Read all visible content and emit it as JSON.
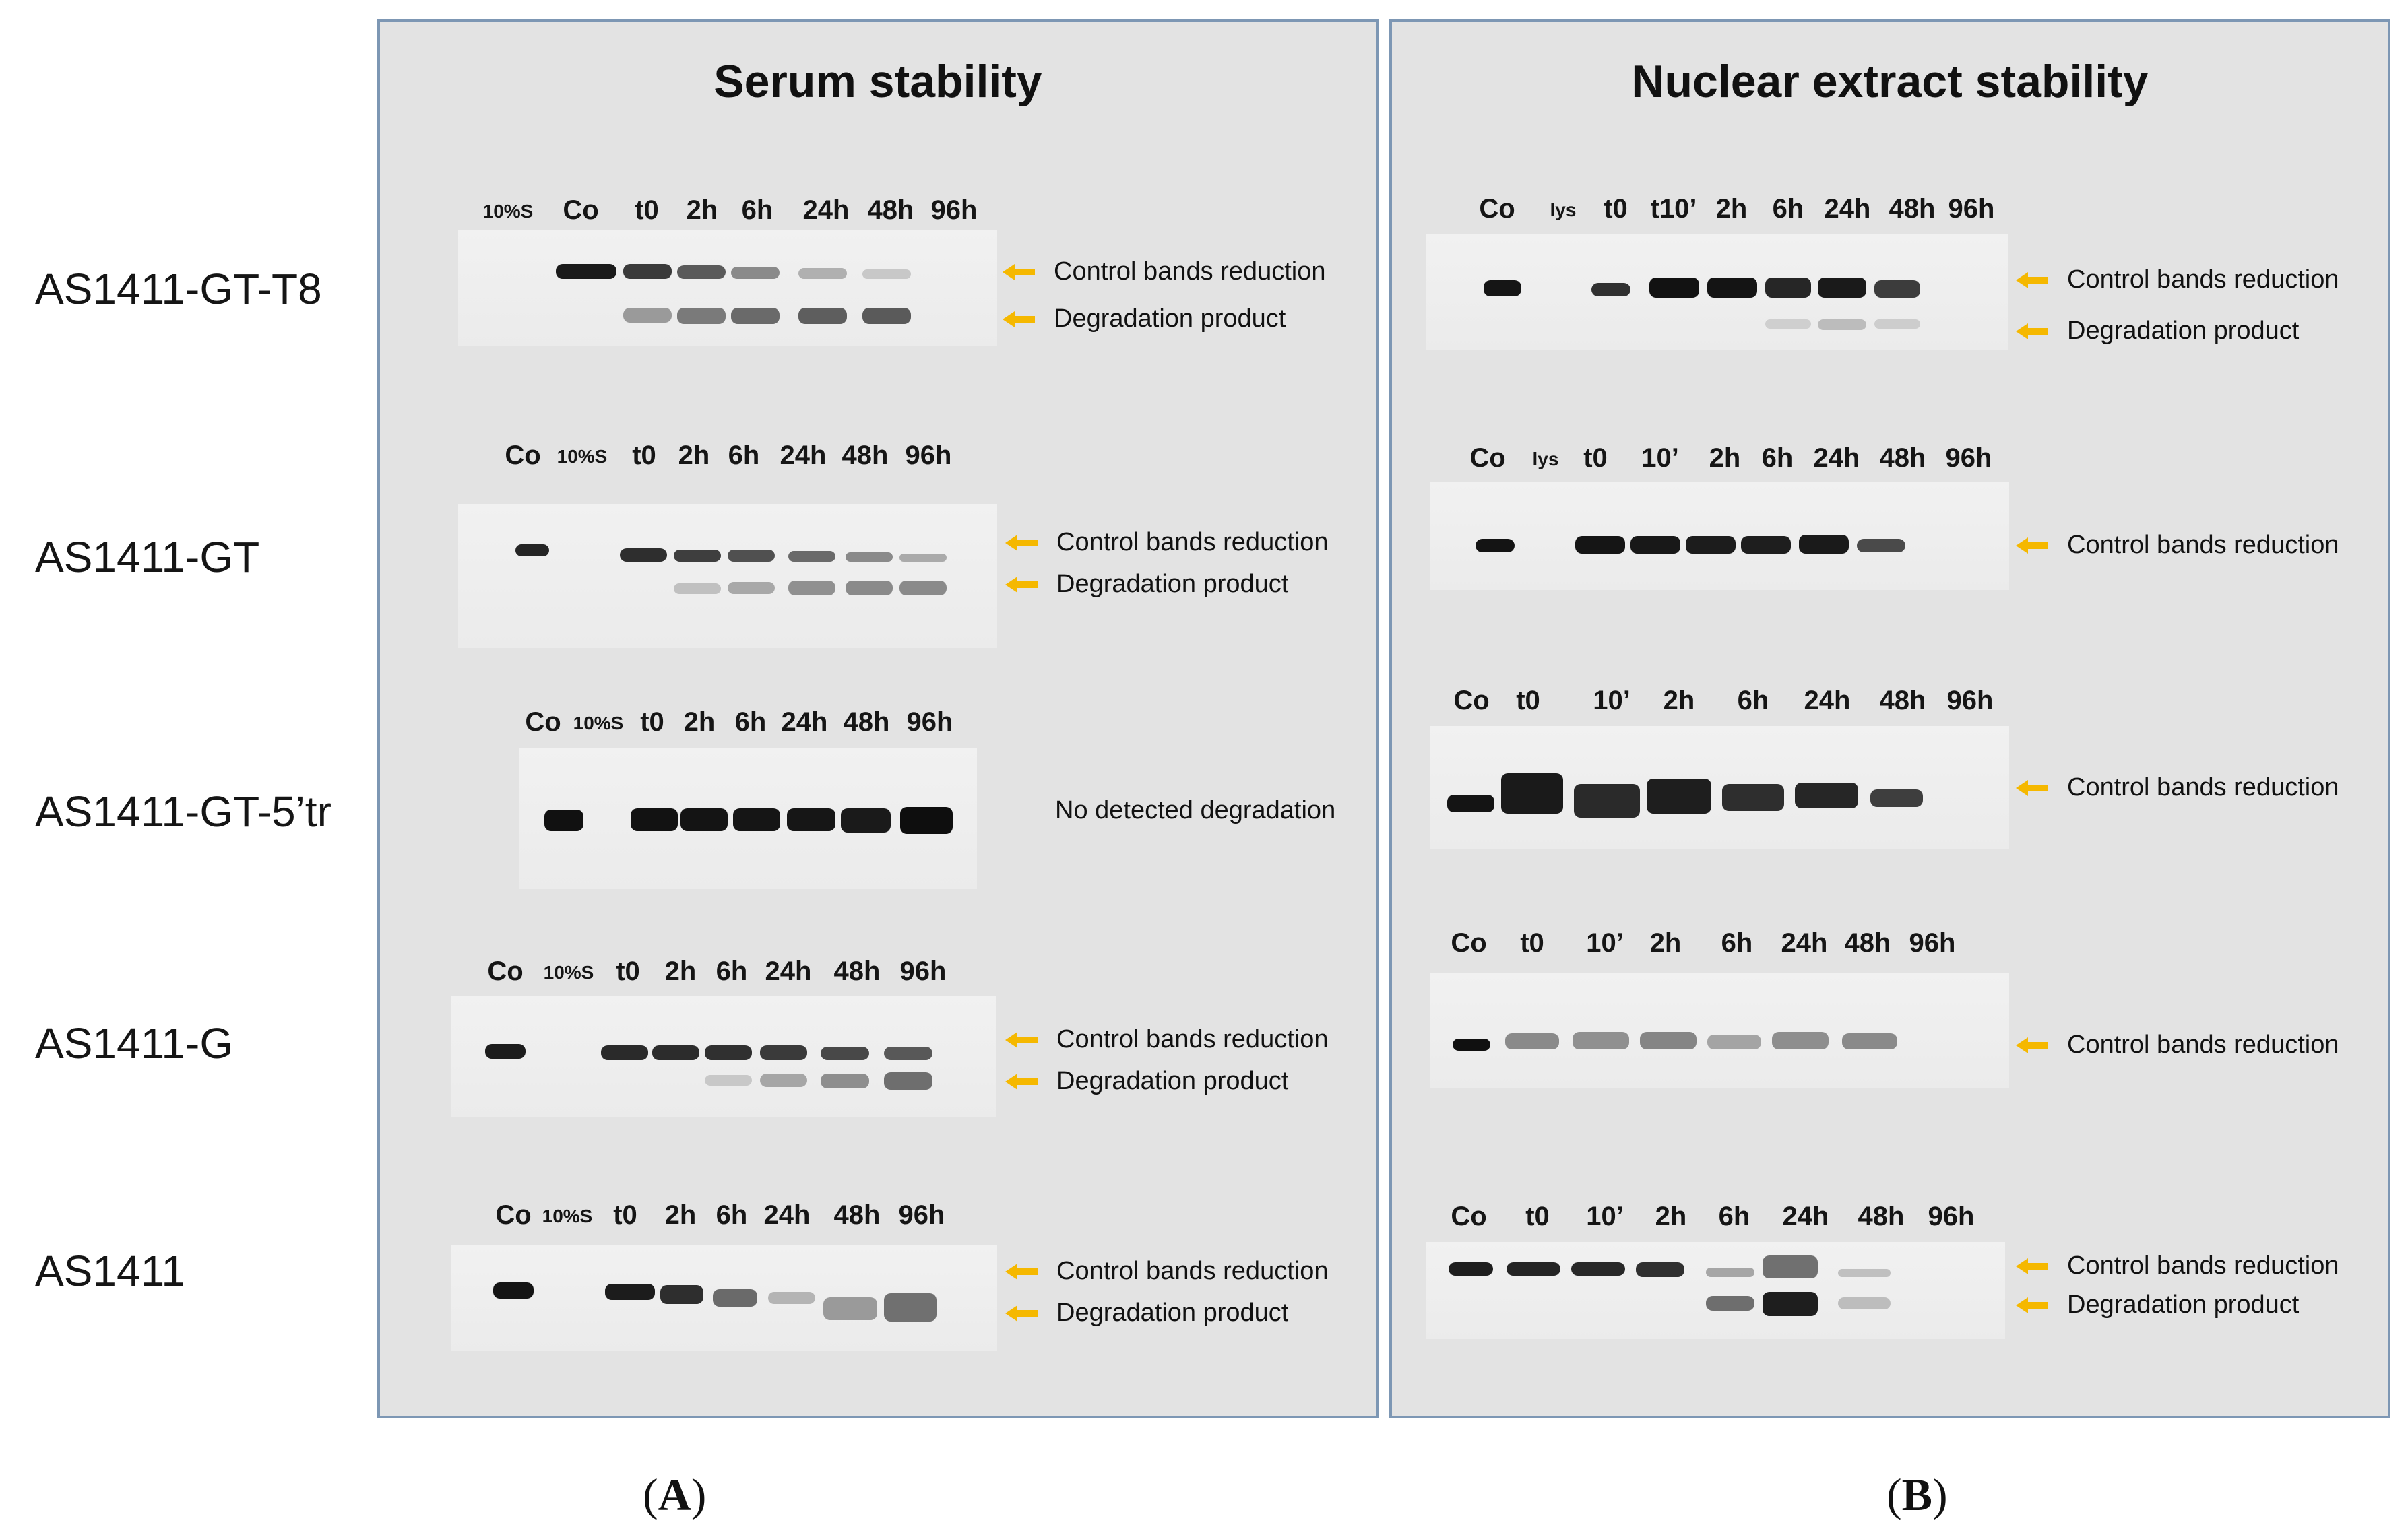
{
  "row_labels": [
    "AS1411-GT-T8",
    "AS1411-GT",
    "AS1411-GT-5’tr",
    "AS1411-G",
    "AS1411"
  ],
  "panel_a": {
    "title": "Serum stability",
    "gels": [
      {
        "lanes": [
          "10%S",
          "Co",
          "t0",
          "2h",
          "6h",
          "24h",
          "48h",
          "96h"
        ],
        "annotations": [
          "Control bands reduction",
          "Degradation product"
        ]
      },
      {
        "lanes": [
          "Co",
          "10%S",
          "t0",
          "2h",
          "6h",
          "24h",
          "48h",
          "96h"
        ],
        "annotations": [
          "Control bands reduction",
          "Degradation product"
        ]
      },
      {
        "lanes": [
          "Co",
          "10%S",
          "t0",
          "2h",
          "6h",
          "24h",
          "48h",
          "96h"
        ],
        "annotations": [
          "No detected degradation"
        ]
      },
      {
        "lanes": [
          "Co",
          "10%S",
          "t0",
          "2h",
          "6h",
          "24h",
          "48h",
          "96h"
        ],
        "annotations": [
          "Control bands reduction",
          "Degradation product"
        ]
      },
      {
        "lanes": [
          "Co",
          "10%S",
          "t0",
          "2h",
          "6h",
          "24h",
          "48h",
          "96h"
        ],
        "annotations": [
          "Control bands reduction",
          "Degradation product"
        ]
      }
    ]
  },
  "panel_b": {
    "title": "Nuclear extract stability",
    "gels": [
      {
        "lanes": [
          "Co",
          "lys",
          "t0",
          "t10’",
          "2h",
          "6h",
          "24h",
          "48h",
          "96h"
        ],
        "annotations": [
          "Control bands reduction",
          "Degradation product"
        ]
      },
      {
        "lanes": [
          "Co",
          "lys",
          "t0",
          "10’",
          "2h",
          "6h",
          "24h",
          "48h",
          "96h"
        ],
        "annotations": [
          "Control bands reduction"
        ]
      },
      {
        "lanes": [
          "Co",
          "t0",
          "10’",
          "2h",
          "6h",
          "24h",
          "48h",
          "96h"
        ],
        "annotations": [
          "Control bands reduction"
        ]
      },
      {
        "lanes": [
          "Co",
          "t0",
          "10’",
          "2h",
          "6h",
          "24h",
          "48h",
          "96h"
        ],
        "annotations": [
          "Control bands reduction"
        ]
      },
      {
        "lanes": [
          "Co",
          "t0",
          "10’",
          "2h",
          "6h",
          "24h",
          "48h",
          "96h"
        ],
        "annotations": [
          "Control bands reduction",
          "Degradation product"
        ]
      }
    ]
  },
  "captions": {
    "a": "A",
    "b": "B"
  },
  "colors": {
    "arrow": "#f5b800",
    "panel_border": "#7d97b4",
    "panel_bg": "#e3e3e3"
  }
}
